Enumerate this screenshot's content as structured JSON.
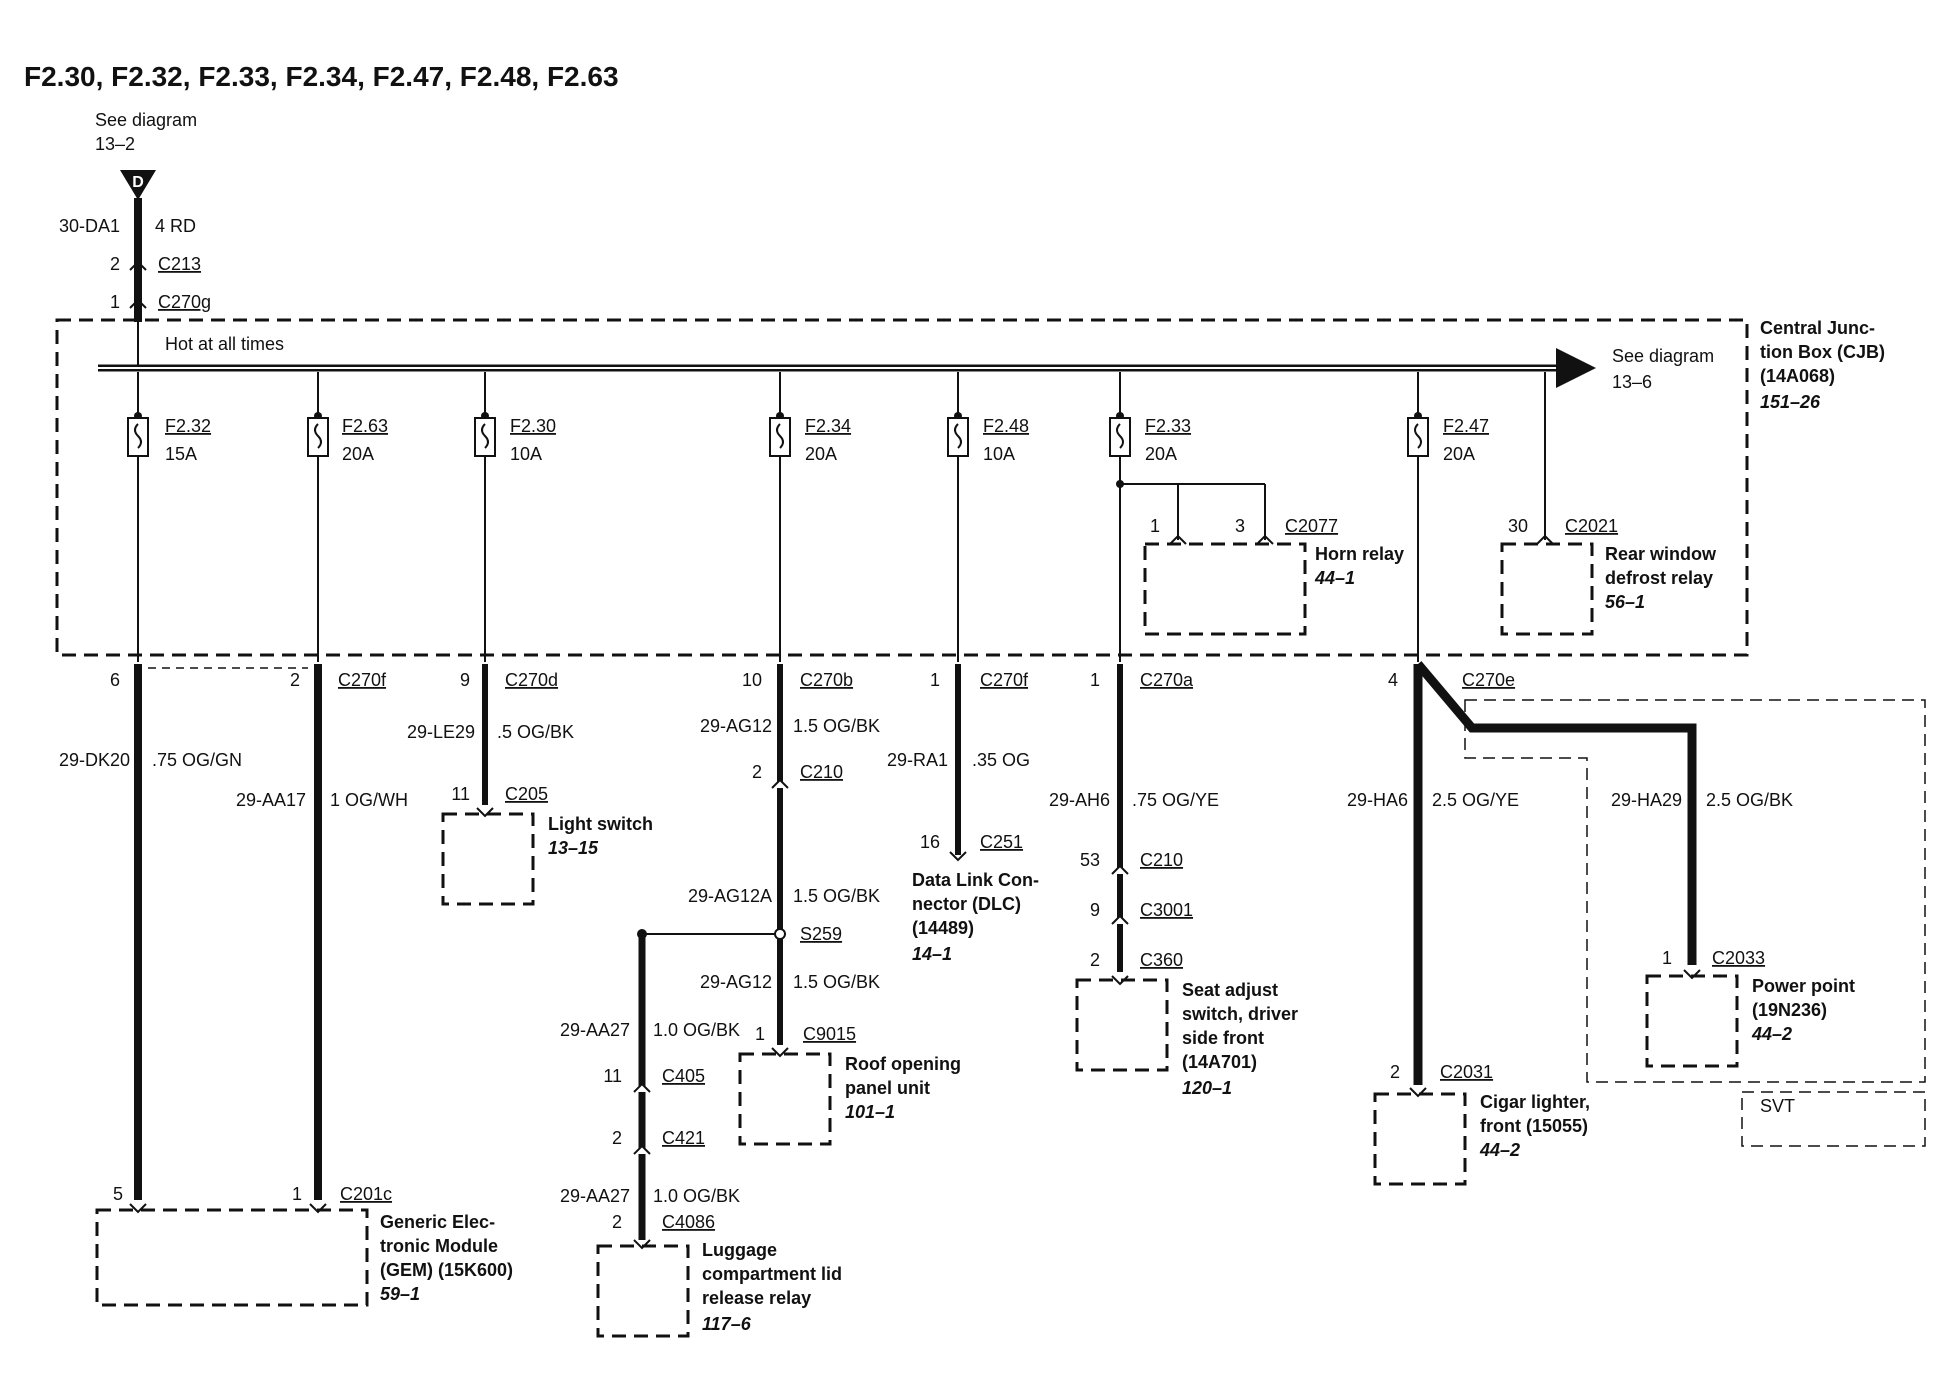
{
  "title": "F2.30, F2.32, F2.33, F2.34, F2.47, F2.48, F2.63",
  "source_ref": {
    "line1": "See diagram",
    "line2": "13–2",
    "marker": "D"
  },
  "feed": {
    "circuit": "30-DA1",
    "wire": "4 RD",
    "c213_pin": "2",
    "c213": "C213",
    "c270g_pin": "1",
    "c270g": "C270g"
  },
  "cjb": {
    "hot_label": "Hot at all times",
    "see_line1": "See diagram",
    "see_line2": "13–6",
    "name1": "Central Junc-",
    "name2": "tion Box (CJB)",
    "name3": "(14A068)",
    "ref": "151–26"
  },
  "fuses": [
    {
      "id": "F2.32",
      "amp": "15A"
    },
    {
      "id": "F2.63",
      "amp": "20A"
    },
    {
      "id": "F2.30",
      "amp": "10A"
    },
    {
      "id": "F2.34",
      "amp": "20A"
    },
    {
      "id": "F2.48",
      "amp": "10A"
    },
    {
      "id": "F2.33",
      "amp": "20A"
    },
    {
      "id": "F2.47",
      "amp": "20A"
    }
  ],
  "horn_relay": {
    "pin1": "1",
    "pin3": "3",
    "conn": "C2077",
    "name": "Horn relay",
    "ref": "44–1"
  },
  "defrost_relay": {
    "pin": "30",
    "conn": "C2021",
    "name1": "Rear window",
    "name2": "defrost relay",
    "ref": "56–1"
  },
  "branch1": {
    "pin": "6",
    "circuit": "29-DK20",
    "wire": ".75 OG/GN"
  },
  "branch2": {
    "pin": "2",
    "conn": "C270f",
    "circuit": "29-AA17",
    "wire": "1 OG/WH"
  },
  "gem": {
    "pin5": "5",
    "pin1": "1",
    "conn": "C201c",
    "name1": "Generic Elec-",
    "name2": "tronic Module",
    "name3": "(GEM) (15K600)",
    "ref": "59–1"
  },
  "branch3": {
    "pin": "9",
    "conn": "C270d",
    "circuit": "29-LE29",
    "wire": ".5 OG/BK",
    "dest_pin": "11",
    "dest_conn": "C205",
    "dest_name": "Light switch",
    "dest_ref": "13–15"
  },
  "branch4": {
    "pin": "10",
    "conn": "C270b",
    "circuit": "29-AG12",
    "wire": "1.5 OG/BK",
    "c210_pin": "2",
    "c210": "C210",
    "circuit2": "29-AG12A",
    "wire2": "1.5 OG/BK",
    "splice": "S259",
    "circuit3": "29-AG12",
    "wire3": "1.5 OG/BK",
    "roof_pin": "1",
    "roof_conn": "C9015",
    "roof_name1": "Roof opening",
    "roof_name2": "panel unit",
    "roof_ref": "101–1",
    "lug_circuit": "29-AA27",
    "lug_wire": "1.0 OG/BK",
    "c405_pin": "11",
    "c405": "C405",
    "c421_pin": "2",
    "c421": "C421",
    "lug_circuit2": "29-AA27",
    "lug_wire2": "1.0 OG/BK",
    "c4086_pin": "2",
    "c4086": "C4086",
    "lug_name1": "Luggage",
    "lug_name2": "compartment lid",
    "lug_name3": "release relay",
    "lug_ref": "117–6"
  },
  "branch5": {
    "pin": "1",
    "conn": "C270f",
    "circuit": "29-RA1",
    "wire": ".35 OG",
    "dest_pin": "16",
    "dest_conn": "C251",
    "name1": "Data Link Con-",
    "name2": "nector (DLC)",
    "name3": "(14489)",
    "ref": "14–1"
  },
  "branch6": {
    "pin": "1",
    "conn": "C270a",
    "circuit": "29-AH6",
    "wire": ".75 OG/YE",
    "c210_pin": "53",
    "c210": "C210",
    "c3001_pin": "9",
    "c3001": "C3001",
    "c360_pin": "2",
    "c360": "C360",
    "name1": "Seat adjust",
    "name2": "switch, driver",
    "name3": "side front",
    "name4": "(14A701)",
    "ref": "120–1"
  },
  "branch7": {
    "pin": "4",
    "conn": "C270e",
    "circuit": "29-HA6",
    "wire": "2.5 OG/YE",
    "c2031_pin": "2",
    "c2031": "C2031",
    "lighter1": "Cigar lighter,",
    "lighter2": "front (15055)",
    "lighter_ref": "44–2",
    "circuit2": "29-HA29",
    "wire2": "2.5 OG/BK",
    "c2033_pin": "1",
    "c2033": "C2033",
    "pp1": "Power point",
    "pp2": "(19N236)",
    "pp_ref": "44–2",
    "svt": "SVT"
  }
}
